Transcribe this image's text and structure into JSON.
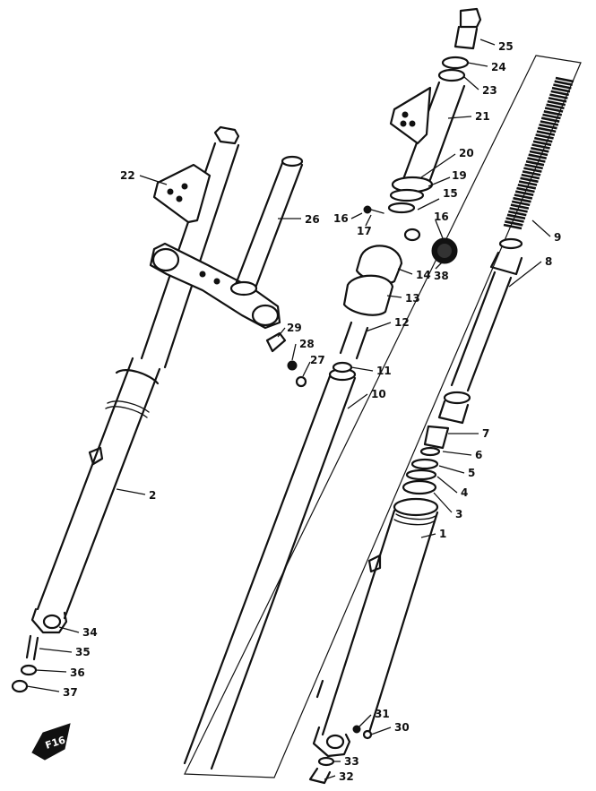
{
  "callouts": [
    {
      "id": "c1",
      "label": "1"
    },
    {
      "id": "c2",
      "label": "2"
    },
    {
      "id": "c3",
      "label": "3"
    },
    {
      "id": "c4",
      "label": "4"
    },
    {
      "id": "c5",
      "label": "5"
    },
    {
      "id": "c6",
      "label": "6"
    },
    {
      "id": "c7",
      "label": "7"
    },
    {
      "id": "c8",
      "label": "8"
    },
    {
      "id": "c9",
      "label": "9"
    },
    {
      "id": "c10",
      "label": "10"
    },
    {
      "id": "c11",
      "label": "11"
    },
    {
      "id": "c12",
      "label": "12"
    },
    {
      "id": "c13",
      "label": "13"
    },
    {
      "id": "c14",
      "label": "14"
    },
    {
      "id": "c15",
      "label": "15"
    },
    {
      "id": "c16a",
      "label": "16"
    },
    {
      "id": "c16b",
      "label": "16"
    },
    {
      "id": "c17",
      "label": "17"
    },
    {
      "id": "c19",
      "label": "19"
    },
    {
      "id": "c20",
      "label": "20"
    },
    {
      "id": "c21",
      "label": "21"
    },
    {
      "id": "c22",
      "label": "22"
    },
    {
      "id": "c23",
      "label": "23"
    },
    {
      "id": "c24",
      "label": "24"
    },
    {
      "id": "c25",
      "label": "25"
    },
    {
      "id": "c26",
      "label": "26"
    },
    {
      "id": "c27",
      "label": "27"
    },
    {
      "id": "c28",
      "label": "28"
    },
    {
      "id": "c29",
      "label": "29"
    },
    {
      "id": "c30",
      "label": "30"
    },
    {
      "id": "c31",
      "label": "31"
    },
    {
      "id": "c32",
      "label": "32"
    },
    {
      "id": "c33",
      "label": "33"
    },
    {
      "id": "c34",
      "label": "34"
    },
    {
      "id": "c35",
      "label": "35"
    },
    {
      "id": "c36",
      "label": "36"
    },
    {
      "id": "c37",
      "label": "37"
    },
    {
      "id": "c38",
      "label": "38"
    }
  ],
  "logo_text": "F16"
}
